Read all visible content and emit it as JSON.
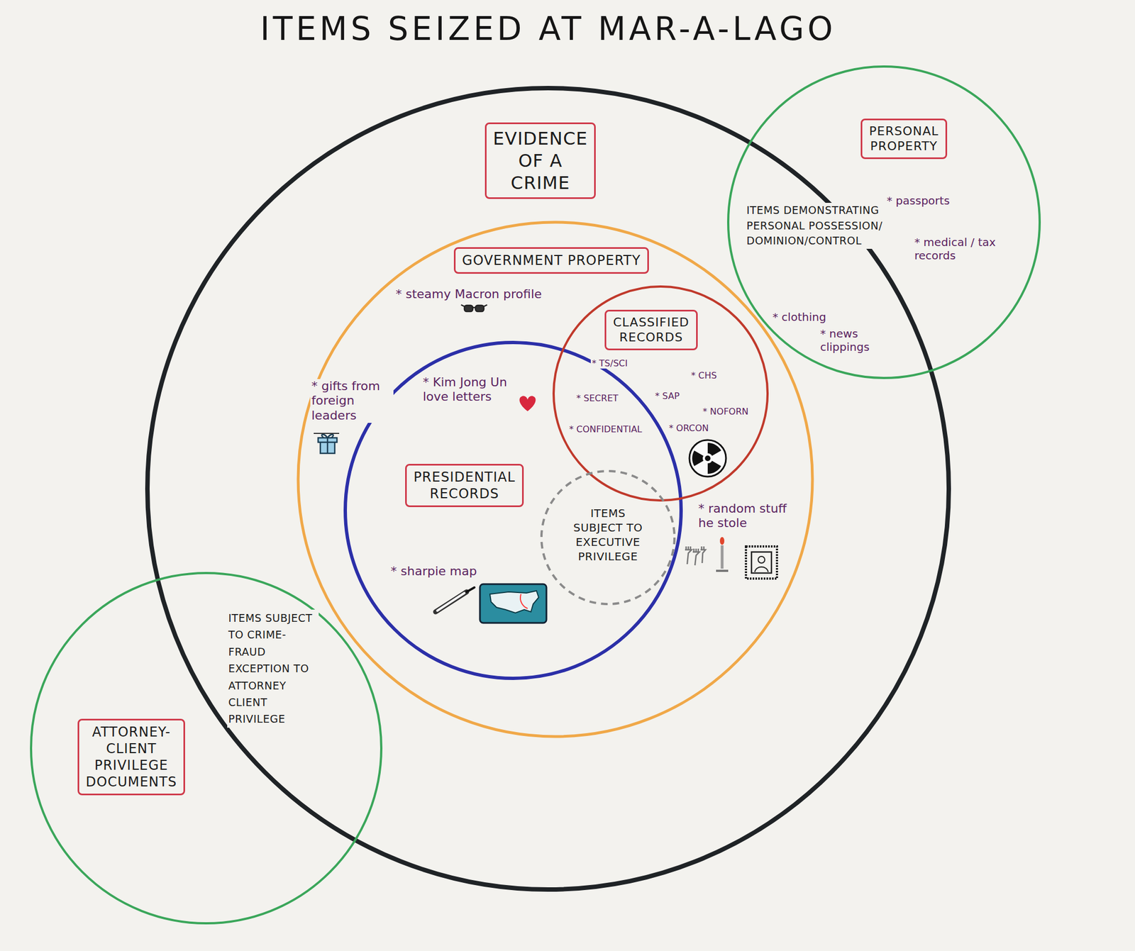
{
  "diagram": {
    "title": "ITEMS SEIZED AT MAR-A-LAGO",
    "nodes": [
      {
        "text": [
          "EVIDENCE OF A CRIME"
        ]
      },
      {
        "text": [
          "GOVERNMENT PROPERTY",
          "* steamy Macron profile",
          "* gifts from foreign leaders",
          "* random stuff he stole"
        ],
        "in": 0
      },
      {
        "text": [
          "PRESIDENTIAL RECORDS",
          "* Kim Jong Un love letters",
          "* sharpie map"
        ],
        "in": 1
      },
      {
        "text": [
          "CLASSIFIED RECORDS",
          "* TS/SCI",
          "* CHS",
          "* SECRET",
          "* SAP",
          "* NOFORN",
          "* CONFIDENTIAL",
          "* ORCON"
        ],
        "in": 1
      },
      {
        "text": [
          "ITEMS SUBJECT TO EXECUTIVE PRIVILEGE"
        ],
        "in": 1
      },
      {
        "text": [
          "PERSONAL PROPERTY",
          "* passports",
          "* medical / tax records",
          "* clothing",
          "* news clippings"
        ]
      },
      {
        "text": [
          "ATTORNEY- CLIENT PRIVILEGE DOCUMENTS"
        ]
      }
    ],
    "labels": [
      "ITEMS DEMONSTRATING PERSONAL POSSESSION/ DOMINION/CONTROL",
      "ITEMS SUBJECT TO CRIME-FRAUD EXCEPTION TO ATTORNEY CLIENT PRIVILEGE"
    ]
  }
}
